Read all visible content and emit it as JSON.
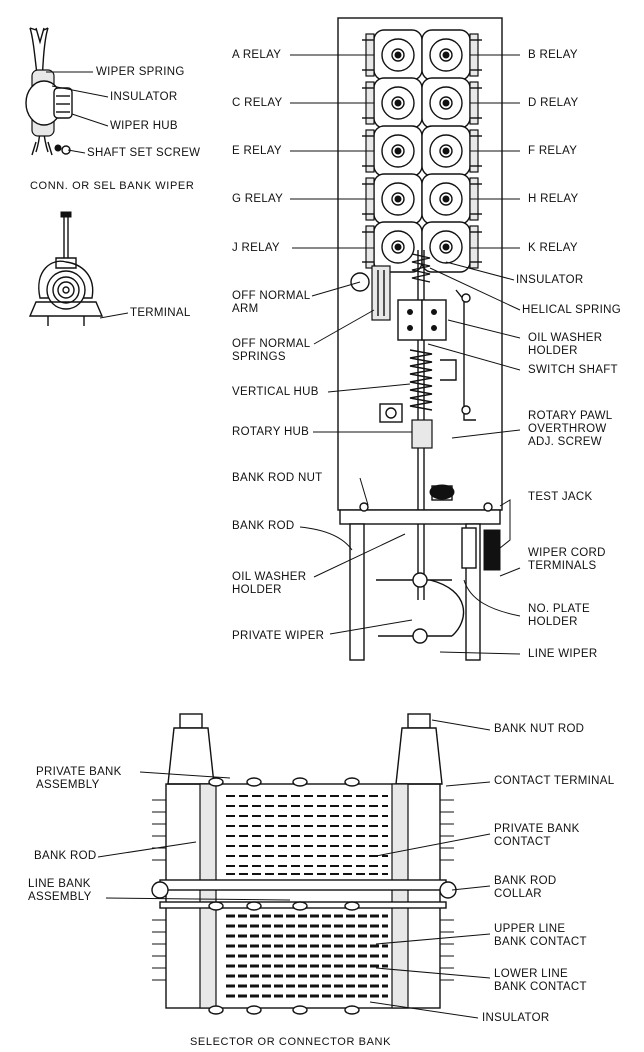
{
  "wiper_detail": {
    "labels": [
      "WIPER SPRING",
      "INSULATOR",
      "WIPER HUB",
      "SHAFT SET SCREW"
    ],
    "caption": "CONN. OR SEL BANK WIPER"
  },
  "terminal_detail": {
    "label": "TERMINAL"
  },
  "switch": {
    "left_labels": [
      "A RELAY",
      "C RELAY",
      "E RELAY",
      "G RELAY",
      "J RELAY",
      "OFF NORMAL ARM",
      "OFF NORMAL SPRINGS",
      "VERTICAL HUB",
      "ROTARY HUB",
      "BANK ROD NUT",
      "BANK ROD",
      "OIL WASHER HOLDER",
      "PRIVATE WIPER"
    ],
    "right_labels": [
      "B RELAY",
      "D RELAY",
      "F RELAY",
      "H RELAY",
      "K RELAY",
      "INSULATOR",
      "HELICAL SPRING",
      "OIL WASHER HOLDER",
      "SWITCH SHAFT",
      "ROTARY PAWL OVERTHROW ADJ. SCREW",
      "TEST JACK",
      "WIPER CORD TERMINALS",
      "NO. PLATE HOLDER",
      "LINE WIPER"
    ]
  },
  "bank": {
    "left_labels": [
      "PRIVATE BANK ASSEMBLY",
      "BANK ROD",
      "LINE BANK ASSEMBLY"
    ],
    "right_labels": [
      "BANK NUT ROD",
      "CONTACT TERMINAL",
      "PRIVATE BANK CONTACT",
      "BANK ROD COLLAR",
      "UPPER LINE BANK CONTACT",
      "LOWER LINE BANK CONTACT",
      "INSULATOR"
    ],
    "caption": "SELECTOR OR CONNECTOR BANK"
  }
}
